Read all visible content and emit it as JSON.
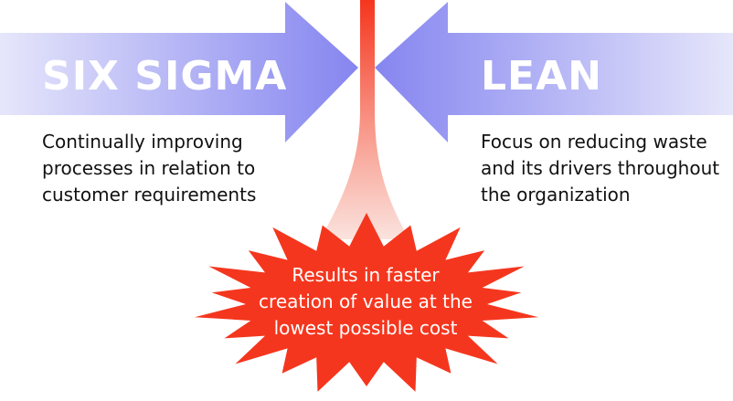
{
  "left_arrow": {
    "title": "SIX SIGMA",
    "description": [
      "Continually improving",
      "processes in relation to",
      "customer requirements"
    ]
  },
  "right_arrow": {
    "title": "LEAN",
    "description": [
      "Focus on reducing waste",
      "and its drivers throughout",
      "the organization"
    ]
  },
  "result": {
    "text": [
      "Results in faster",
      "creation of value at the",
      "lowest possible cost"
    ]
  },
  "colors": {
    "arrow_fill_light": "#e6e6fb",
    "arrow_fill_dark": "#8585f0",
    "burst_fill": "#f5361e",
    "stem_top": "#f5361e",
    "stem_bottom": "#fbe3de"
  }
}
